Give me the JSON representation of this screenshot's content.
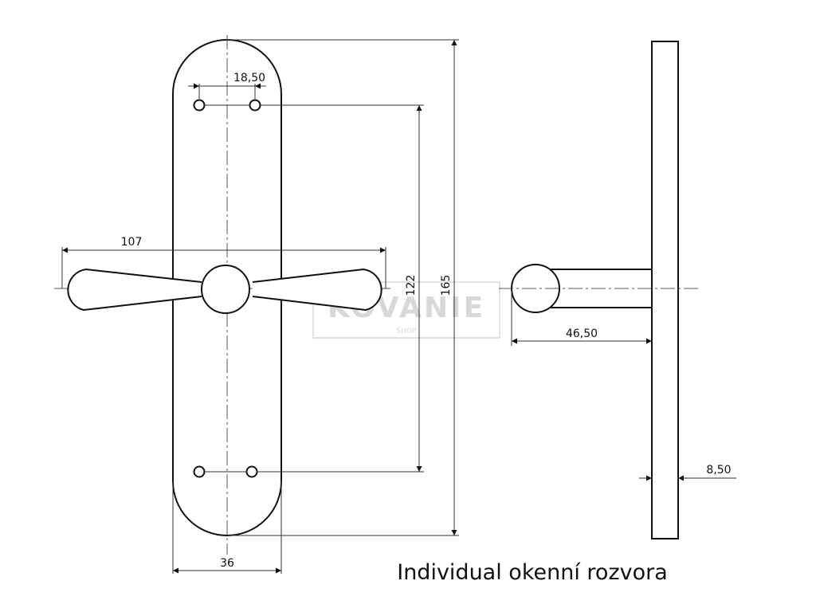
{
  "title": "Individual okenní rozvora",
  "dimensions": {
    "hole_spacing": "18,50",
    "lever_length": "107",
    "hole_distance": "122",
    "plate_height": "165",
    "plate_width": "36",
    "projection": "46,50",
    "plate_thickness": "8,50"
  },
  "watermark": {
    "main": "KOVANIE",
    "sub": "SHOP"
  },
  "colors": {
    "line": "#111111",
    "centerline": "#555555",
    "watermark": "#d8d8d8",
    "background": "#ffffff"
  }
}
